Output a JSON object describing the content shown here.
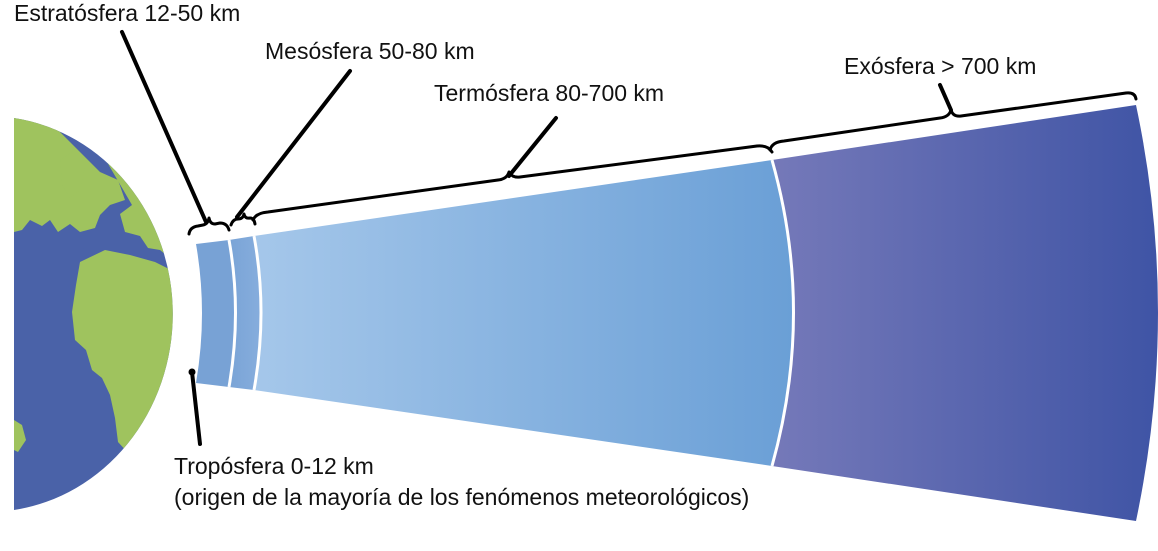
{
  "layers": [
    {
      "id": "troposphere",
      "label_line1": "Tropósfera 0-12 km",
      "label_line2": "(origen de la mayoría de los fenómenos meteorológicos)"
    },
    {
      "id": "stratosphere",
      "label": "Estratósfera 12-50 km"
    },
    {
      "id": "mesosphere",
      "label": "Mesósfera 50-80 km"
    },
    {
      "id": "thermosphere",
      "label": "Termósfera 80-700 km"
    },
    {
      "id": "exosphere",
      "label": "Exósfera > 700 km"
    }
  ],
  "colors": {
    "ocean": "#4a62a8",
    "land": "#9fc35e",
    "inner_band": "#7ea6d8",
    "thermosphere_light": "#9cc2e8",
    "thermosphere_dark": "#6a9fd6",
    "exosphere_light": "#7478b8",
    "exosphere_dark": "#4055a6"
  }
}
